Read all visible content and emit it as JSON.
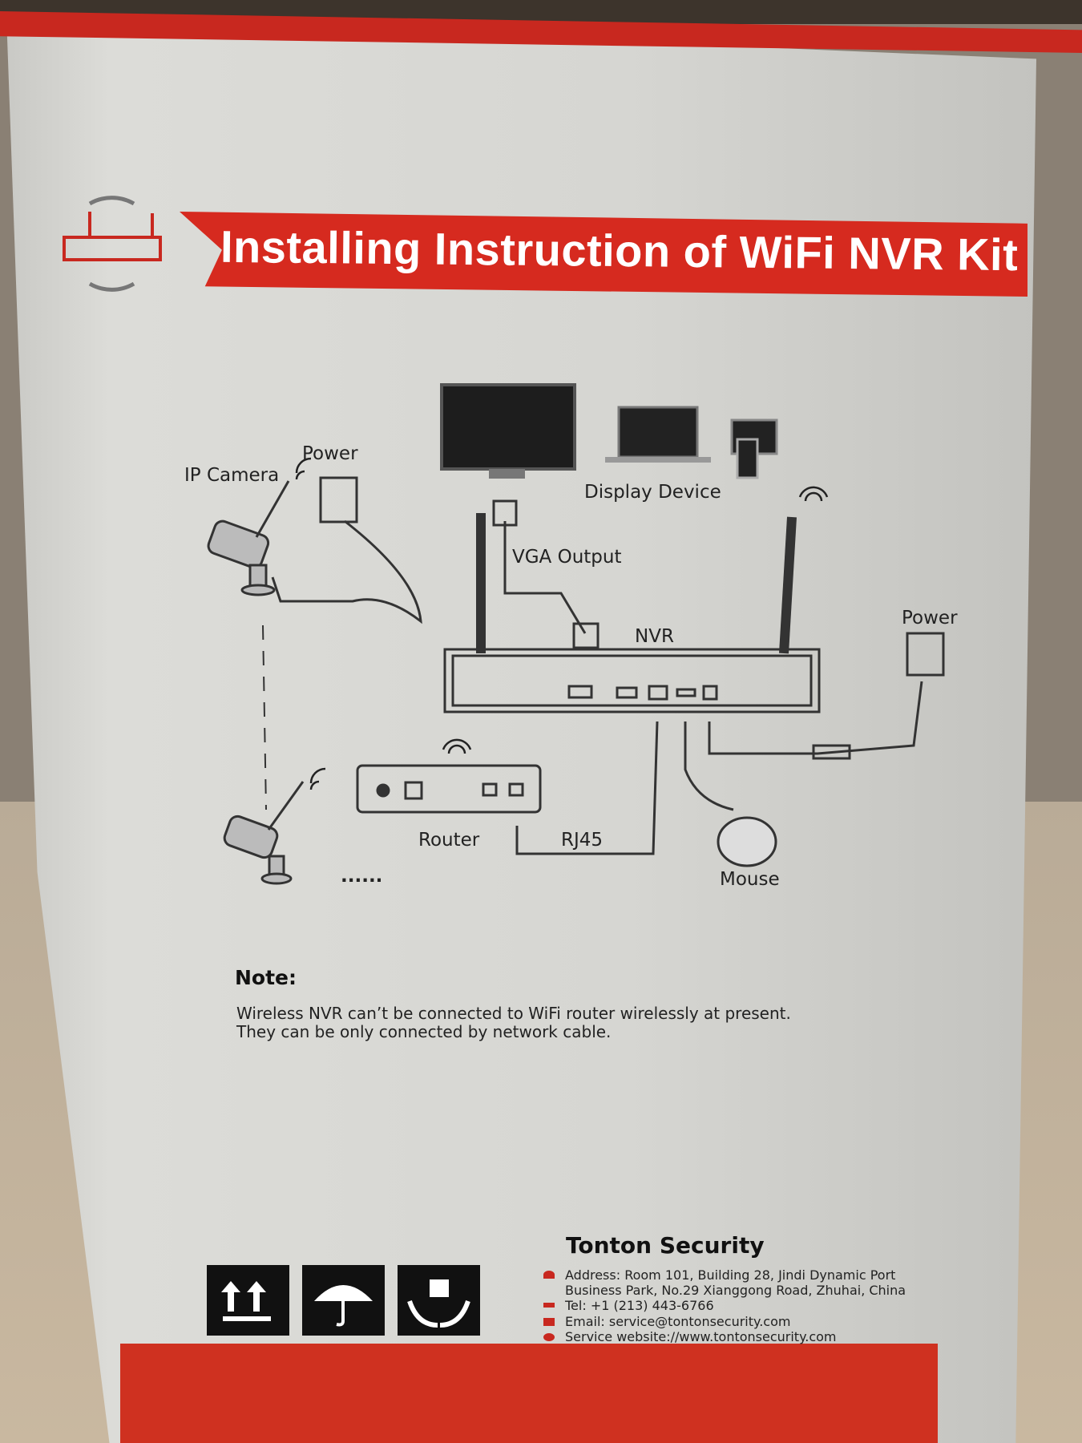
{
  "banner": {
    "title": "Installing Instruction of WiFi NVR Kit"
  },
  "diagram": {
    "ip_camera": "IP Camera",
    "power_left": "Power",
    "display_device": "Display Device",
    "vga_output": "VGA Output",
    "nvr": "NVR",
    "power_right": "Power",
    "router": "Router",
    "rj45": "RJ45",
    "mouse": "Mouse",
    "more_dots": "......"
  },
  "note": {
    "title": "Note:",
    "lines": [
      "Wireless NVR can’t be connected to WiFi router wirelessly at present.",
      "They can be only connected by network cable."
    ]
  },
  "package_icons": [
    "this-side-up-icon",
    "keep-dry-icon",
    "fragile-handle-with-care-icon"
  ],
  "company": {
    "name": "Tonton Security",
    "address_line1": "Address: Room 101, Building 28, Jindi Dynamic Port",
    "address_line2": "Business Park, No.29 Xianggong Road, Zhuhai, China",
    "tel": "Tel:  +1 (213) 443-6766",
    "email": "Email: service@tontonsecurity.com",
    "website": "Service website://www.tontonsecurity.com"
  },
  "colors": {
    "brand_red": "#d62a1f",
    "box_white": "#d8d8d4"
  }
}
